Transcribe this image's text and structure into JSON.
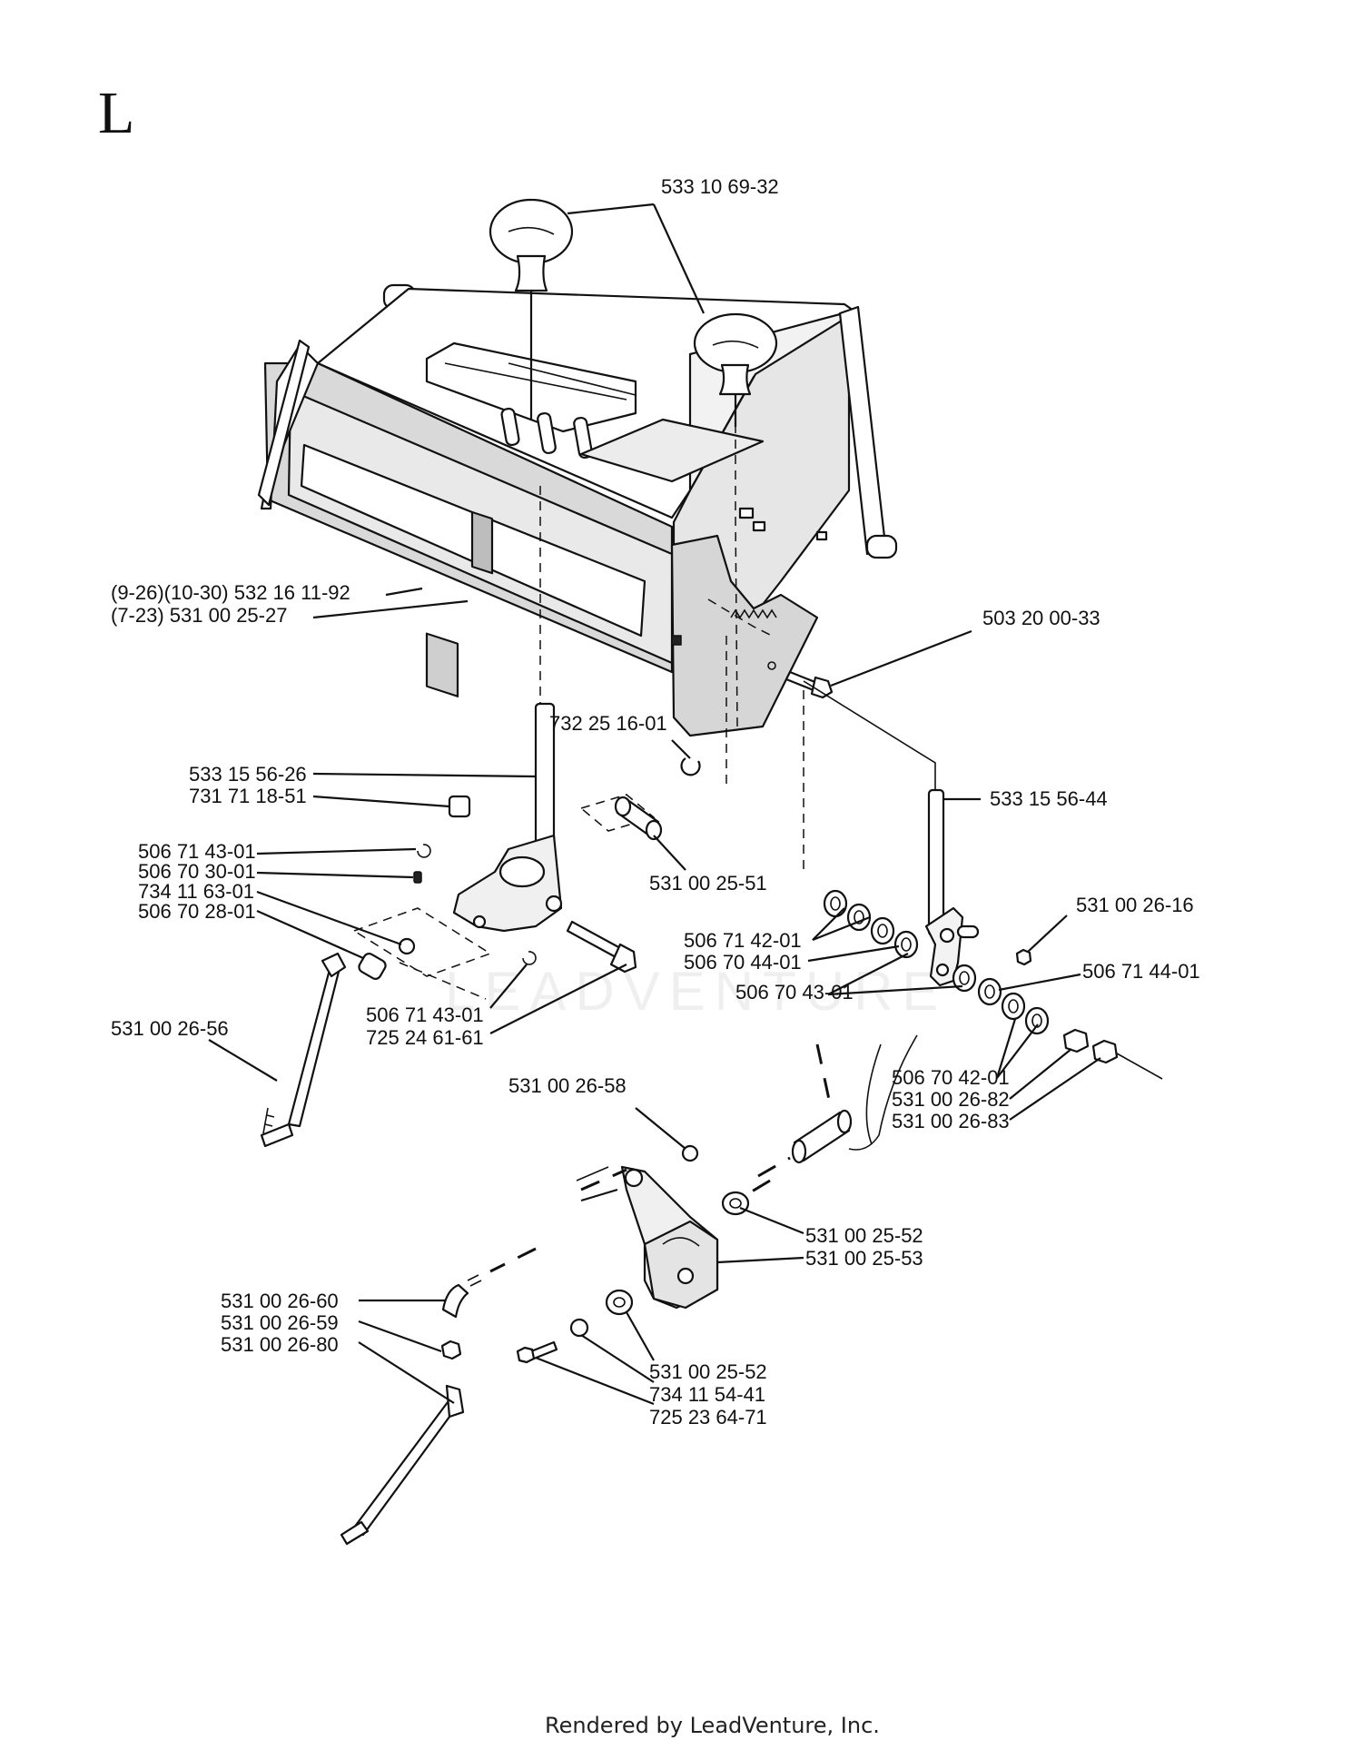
{
  "section_letter": "L",
  "footer": "Rendered by LeadVenture, Inc.",
  "watermark": "LEADVENTURE",
  "labels": {
    "knob": "533 10 69-32",
    "console_a": "(9-26)(10-30) 532 16 11-92",
    "console_b": "(7-23) 531 00 25-27",
    "bolt_top": "503 20 00-33",
    "clip": "732 25 16-01",
    "lever_left_a": "533 15 56-26",
    "lever_left_b": "731 71 18-51",
    "lever_right": "533 15 56-44",
    "left_stack_1": "506 71 43-01",
    "left_stack_2": "506 70 30-01",
    "left_stack_3": "734 11 63-01",
    "left_stack_4": "506 70 28-01",
    "spacer": "531 00 25-51",
    "washer_r1": "506 71 42-01",
    "washer_r2": "506 70 44-01",
    "washer_r3": "506 70 43-01",
    "nut_r": "531 00 26-16",
    "washer_r4": "506 71 44-01",
    "clip_b": "506 71 43-01",
    "bolt_b": "725 24 61-61",
    "rod_left": "531 00 26-56",
    "washer_r5": "506 70 42-01",
    "nut_r2": "531 00 26-82",
    "nut_r3": "531 00 26-83",
    "washer_c": "531 00 26-58",
    "bushing_1": "531 00 25-52",
    "bracket": "531 00 25-53",
    "fitting": "531 00 26-60",
    "nut_c": "531 00 26-59",
    "rod_bottom": "531 00 26-80",
    "bushing_2": "531 00 25-52",
    "washer_b": "734 11 54-41",
    "bolt_bottom": "725 23 64-71"
  }
}
